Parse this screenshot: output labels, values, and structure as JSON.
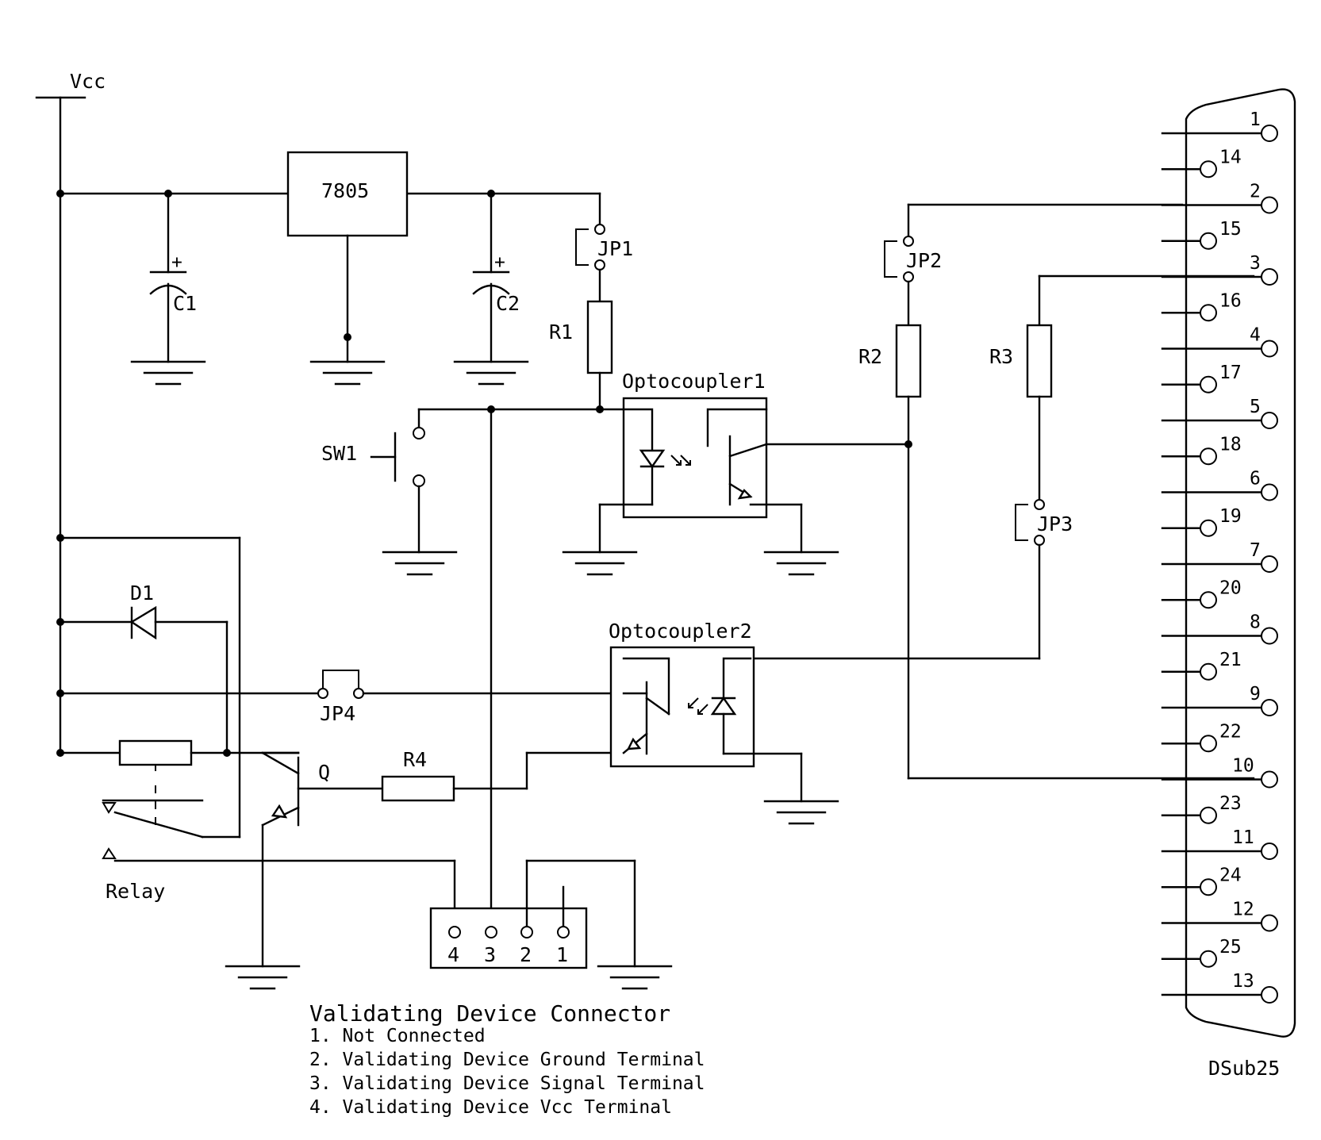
{
  "labels": {
    "vcc": "Vcc",
    "regulator": "7805",
    "c1": "C1",
    "c2": "C2",
    "jp1": "JP1",
    "jp2": "JP2",
    "jp3": "JP3",
    "jp4": "JP4",
    "r1": "R1",
    "r2": "R2",
    "r3": "R3",
    "r4": "R4",
    "sw1": "SW1",
    "d1": "D1",
    "q": "Q",
    "relay": "Relay",
    "opto1": "Optocoupler1",
    "opto2": "Optocoupler2",
    "dsub": "DSub25",
    "cap_plus": "+"
  },
  "connector": {
    "pins": [
      "4",
      "3",
      "2",
      "1"
    ]
  },
  "legend": {
    "title": "Validating Device Connector",
    "items": [
      "1. Not Connected",
      "2. Validating Device Ground Terminal",
      "3. Validating Device Signal Terminal",
      "4. Validating Device Vcc Terminal"
    ]
  },
  "dsub25": {
    "top_row": [
      "1",
      "2",
      "3",
      "4",
      "5",
      "6",
      "7",
      "8",
      "9",
      "10",
      "11",
      "12",
      "13"
    ],
    "bottom_row": [
      "14",
      "15",
      "16",
      "17",
      "18",
      "19",
      "20",
      "21",
      "22",
      "23",
      "24",
      "25"
    ]
  }
}
